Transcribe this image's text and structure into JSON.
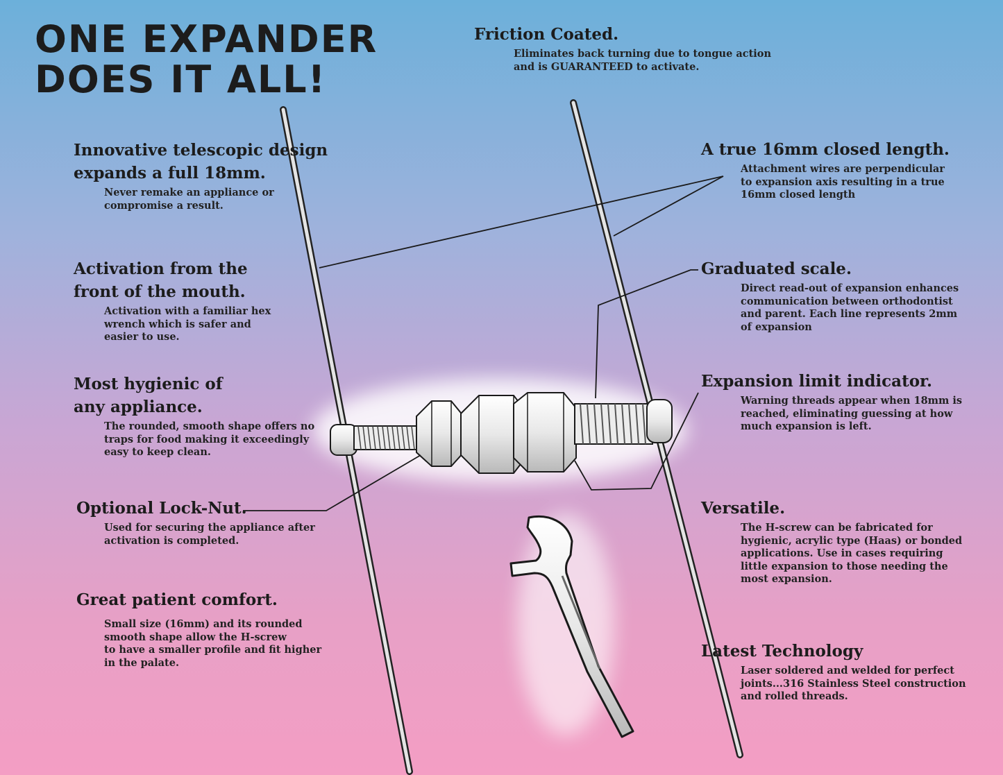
{
  "title": {
    "line1": "ONE EXPANDER",
    "line2": "DOES IT ALL!"
  },
  "features": {
    "telescopic": {
      "heading1": "Innovative telescopic design",
      "heading2": "expands a full 18mm.",
      "body": "Never remake an appliance or compromise a result."
    },
    "activation": {
      "heading1": "Activation from the",
      "heading2": "front of the mouth.",
      "body": "Activation with a familiar hex wrench which is safer and easier to use."
    },
    "hygienic": {
      "heading1": "Most hygienic of",
      "heading2": "any appliance.",
      "body": "The rounded, smooth shape offers no traps for food making it exceedingly easy to keep clean."
    },
    "locknut": {
      "heading": "Optional Lock-Nut.",
      "body": "Used for securing the appliance after activation is completed."
    },
    "comfort": {
      "heading": "Great patient comfort.",
      "body_line1": "Small size (16mm) and its rounded",
      "body_line2": "smooth shape allow the H-screw",
      "body_line3": "to have a smaller profile and fit higher",
      "body_line4": "in the palate."
    },
    "friction": {
      "heading": "Friction Coated.",
      "body_line1": "Eliminates back turning due to tongue action",
      "body_line2": "and is GUARANTEED to activate."
    },
    "closed_length": {
      "heading": "A true 16mm closed length.",
      "body": "Attachment wires are perpendicular to expansion axis resulting in a true 16mm closed length"
    },
    "scale": {
      "heading": "Graduated scale.",
      "body": "Direct read-out of expansion enhances communication between orthodontist and parent. Each line represents 2mm of expansion"
    },
    "limit": {
      "heading": "Expansion limit indicator.",
      "body": "Warning threads appear when 18mm is reached, eliminating guessing at how much expansion is left."
    },
    "versatile": {
      "heading": "Versatile.",
      "body": "The H-screw can be fabricated for hygienic, acrylic type (Haas) or bonded applications. Use in cases requiring little expansion to those needing the most expansion."
    },
    "technology": {
      "heading": "Latest Technology",
      "body": "Laser soldered and welded for perfect joints...316 Stainless Steel construction and rolled threads."
    }
  },
  "colors": {
    "background_top": "#6cb0da",
    "background_bottom": "#f49ec4",
    "ink": "#1c1c1c",
    "metal": "#f2f2f2"
  }
}
